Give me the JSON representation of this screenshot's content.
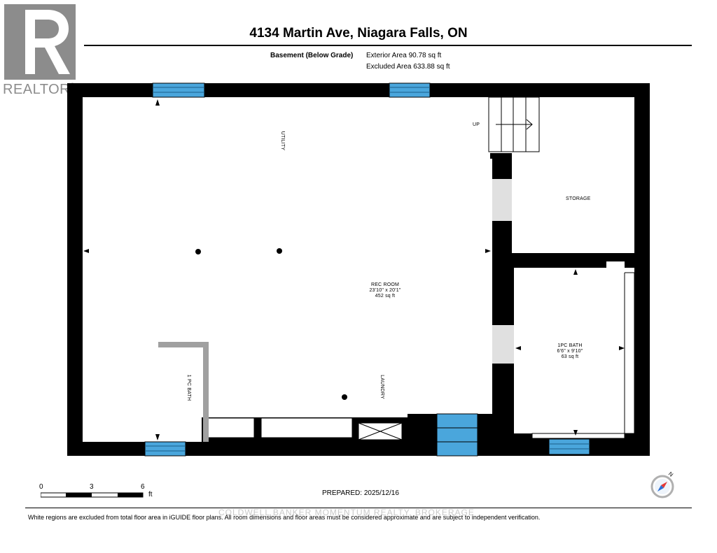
{
  "header": {
    "title": "4134 Martin Ave, Niagara Falls, ON",
    "level": "Basement (Below Grade)",
    "exterior_area": "Exterior Area 90.78 sq ft",
    "excluded_area": "Excluded Area 633.88 sq ft"
  },
  "logo": {
    "text": "REALTOR",
    "mark": "®"
  },
  "rooms": {
    "utility": "UTILITY",
    "up": "UP",
    "storage": "STORAGE",
    "rec_room": {
      "name": "REC ROOM",
      "dims": "23'10\" x 20'1\"",
      "area": "452 sq ft"
    },
    "bath": {
      "name": "1PC BATH",
      "dims": "6'6\" x 9'10\"",
      "area": "63 sq ft"
    },
    "bath_side": "1 PC BATH",
    "laundry": "LAUNDRY"
  },
  "scale": {
    "labels": [
      "0",
      "3",
      "6"
    ],
    "unit": "ft"
  },
  "prepared": "PREPARED: 2025/12/16",
  "compass": {
    "letter": "N"
  },
  "watermark": "COLDWELL BANKER MOMENTUM REALTY, BROKERAGE",
  "footer": "White regions are excluded from total floor area in iGUIDE floor plans. All room dimensions and floor areas must be considered approximate and are subject to independent verification.",
  "colors": {
    "wall": "#000000",
    "window": "#4aa6dc",
    "door_gap": "#e0e0e0",
    "cabinet": "#a0a0a0",
    "logo": "#8c8c8c"
  }
}
